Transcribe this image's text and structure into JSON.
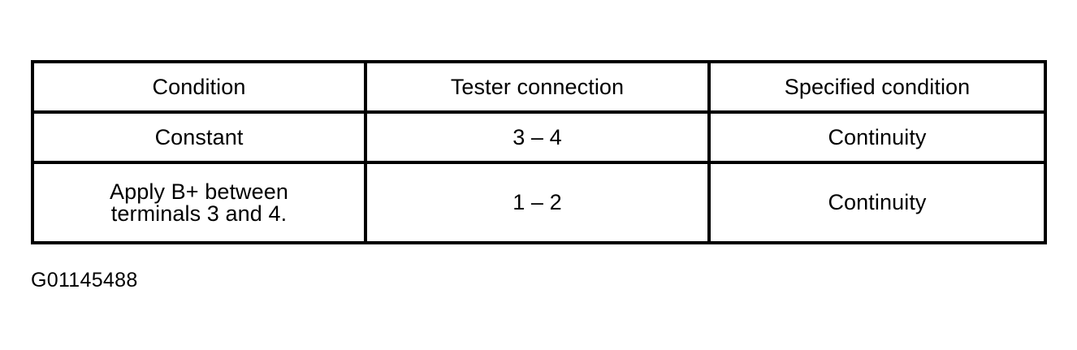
{
  "document": {
    "type": "service-manual-inspection-table",
    "caption": "G01145488"
  },
  "table": {
    "columns": [
      {
        "key": "condition",
        "header": "Condition"
      },
      {
        "key": "tester_connection",
        "header": "Tester connection"
      },
      {
        "key": "specified_condition",
        "header": "Specified condition"
      }
    ],
    "rows": [
      {
        "condition": "Constant",
        "condition_lines": [
          "Constant"
        ],
        "tester_connection": "3 – 4",
        "specified_condition": "Continuity"
      },
      {
        "condition": "Apply B+ between terminals 3 and 4.",
        "condition_lines": [
          "Apply B+ between",
          "terminals 3 and 4."
        ],
        "tester_connection": "1 – 2",
        "specified_condition": "Continuity"
      }
    ]
  },
  "style": {
    "border_color": "#000000",
    "background_color": "#ffffff",
    "text_color": "#000000"
  }
}
